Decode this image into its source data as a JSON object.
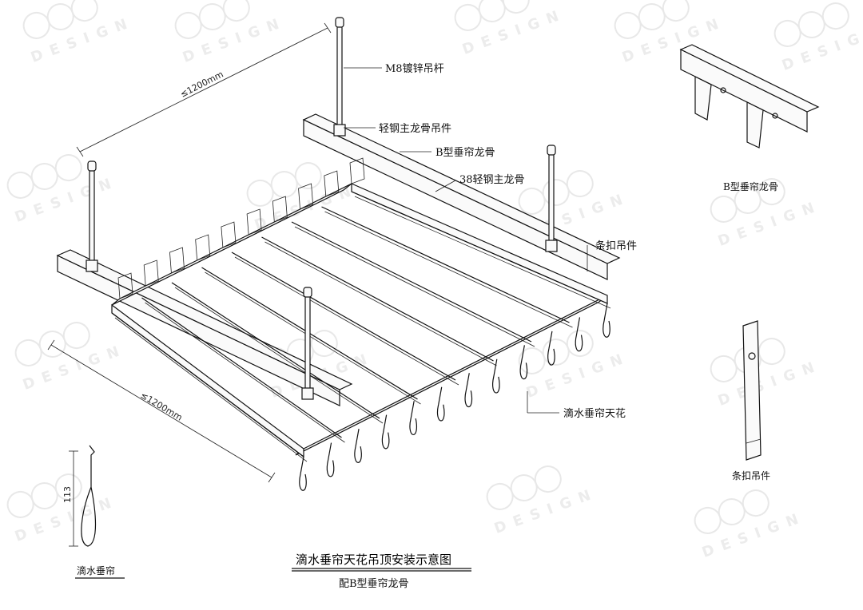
{
  "labels": {
    "rod": "M8镀锌吊杆",
    "main_hanger": "轻钢主龙骨吊件",
    "b_keel": "B型垂帘龙骨",
    "main_keel": "38轻钢主龙骨",
    "clip_hanger": "条扣吊件",
    "ceiling": "滴水垂帘天花",
    "detail_b_keel": "B型垂帘龙骨",
    "detail_clip": "条扣吊件",
    "detail_blade": "滴水垂帘"
  },
  "dimensions": {
    "top": "≤1200mm",
    "bottom": "≤1200mm",
    "height": "113"
  },
  "title": {
    "main": "滴水垂帘天花吊顶安装示意图",
    "sub": "配B型垂帘龙骨"
  },
  "watermark": {
    "text": "DESIGN"
  }
}
